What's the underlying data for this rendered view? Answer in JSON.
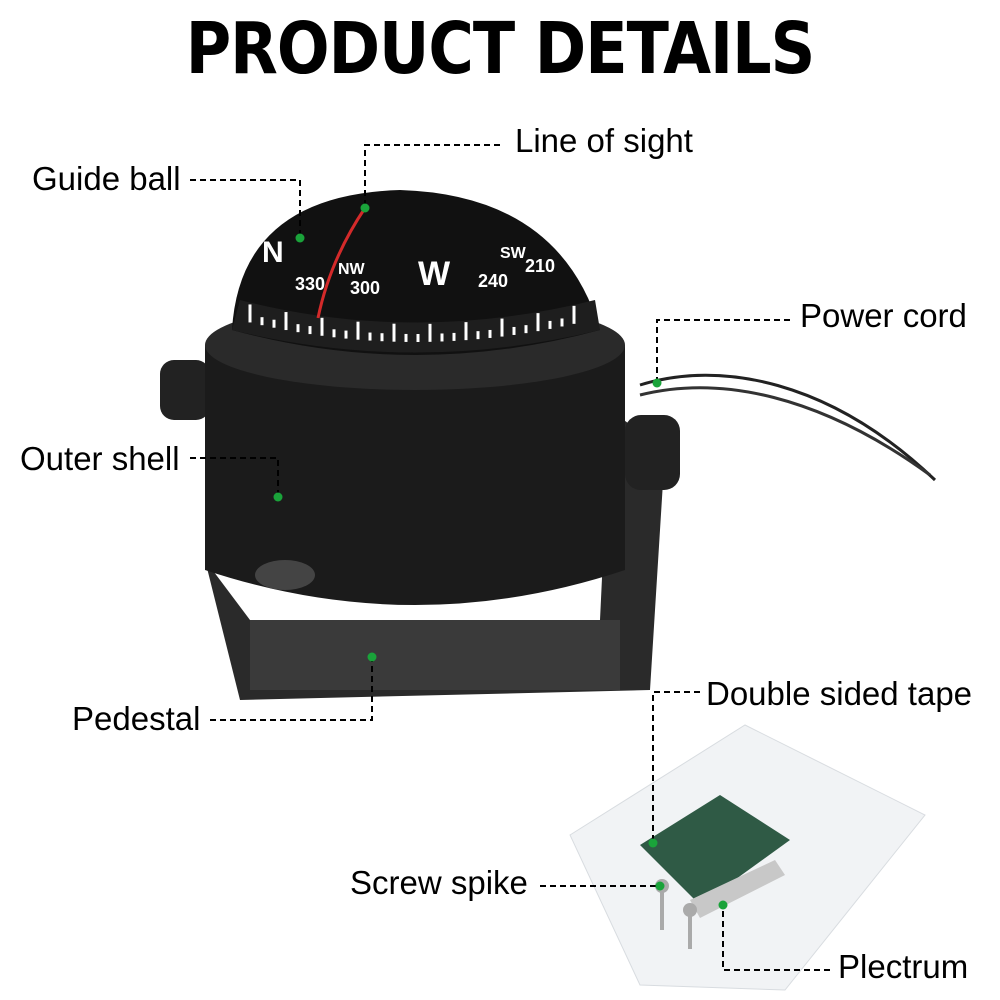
{
  "title": "PRODUCT DETAILS",
  "callouts": {
    "guide_ball": "Guide ball",
    "line_of_sight": "Line of sight",
    "power_cord": "Power cord",
    "outer_shell": "Outer shell",
    "pedestal": "Pedestal",
    "double_sided_tape": "Double sided tape",
    "screw_spike": "Screw spike",
    "plectrum": "Plectrum"
  },
  "dial": {
    "n": "N",
    "nw": "NW",
    "w": "W",
    "sw": "SW",
    "d330": "330",
    "d300": "300",
    "d240": "240",
    "d210": "210"
  },
  "colors": {
    "dot": "#1aa33a",
    "needle": "#d42a2a",
    "body": "#1b1b1b"
  }
}
